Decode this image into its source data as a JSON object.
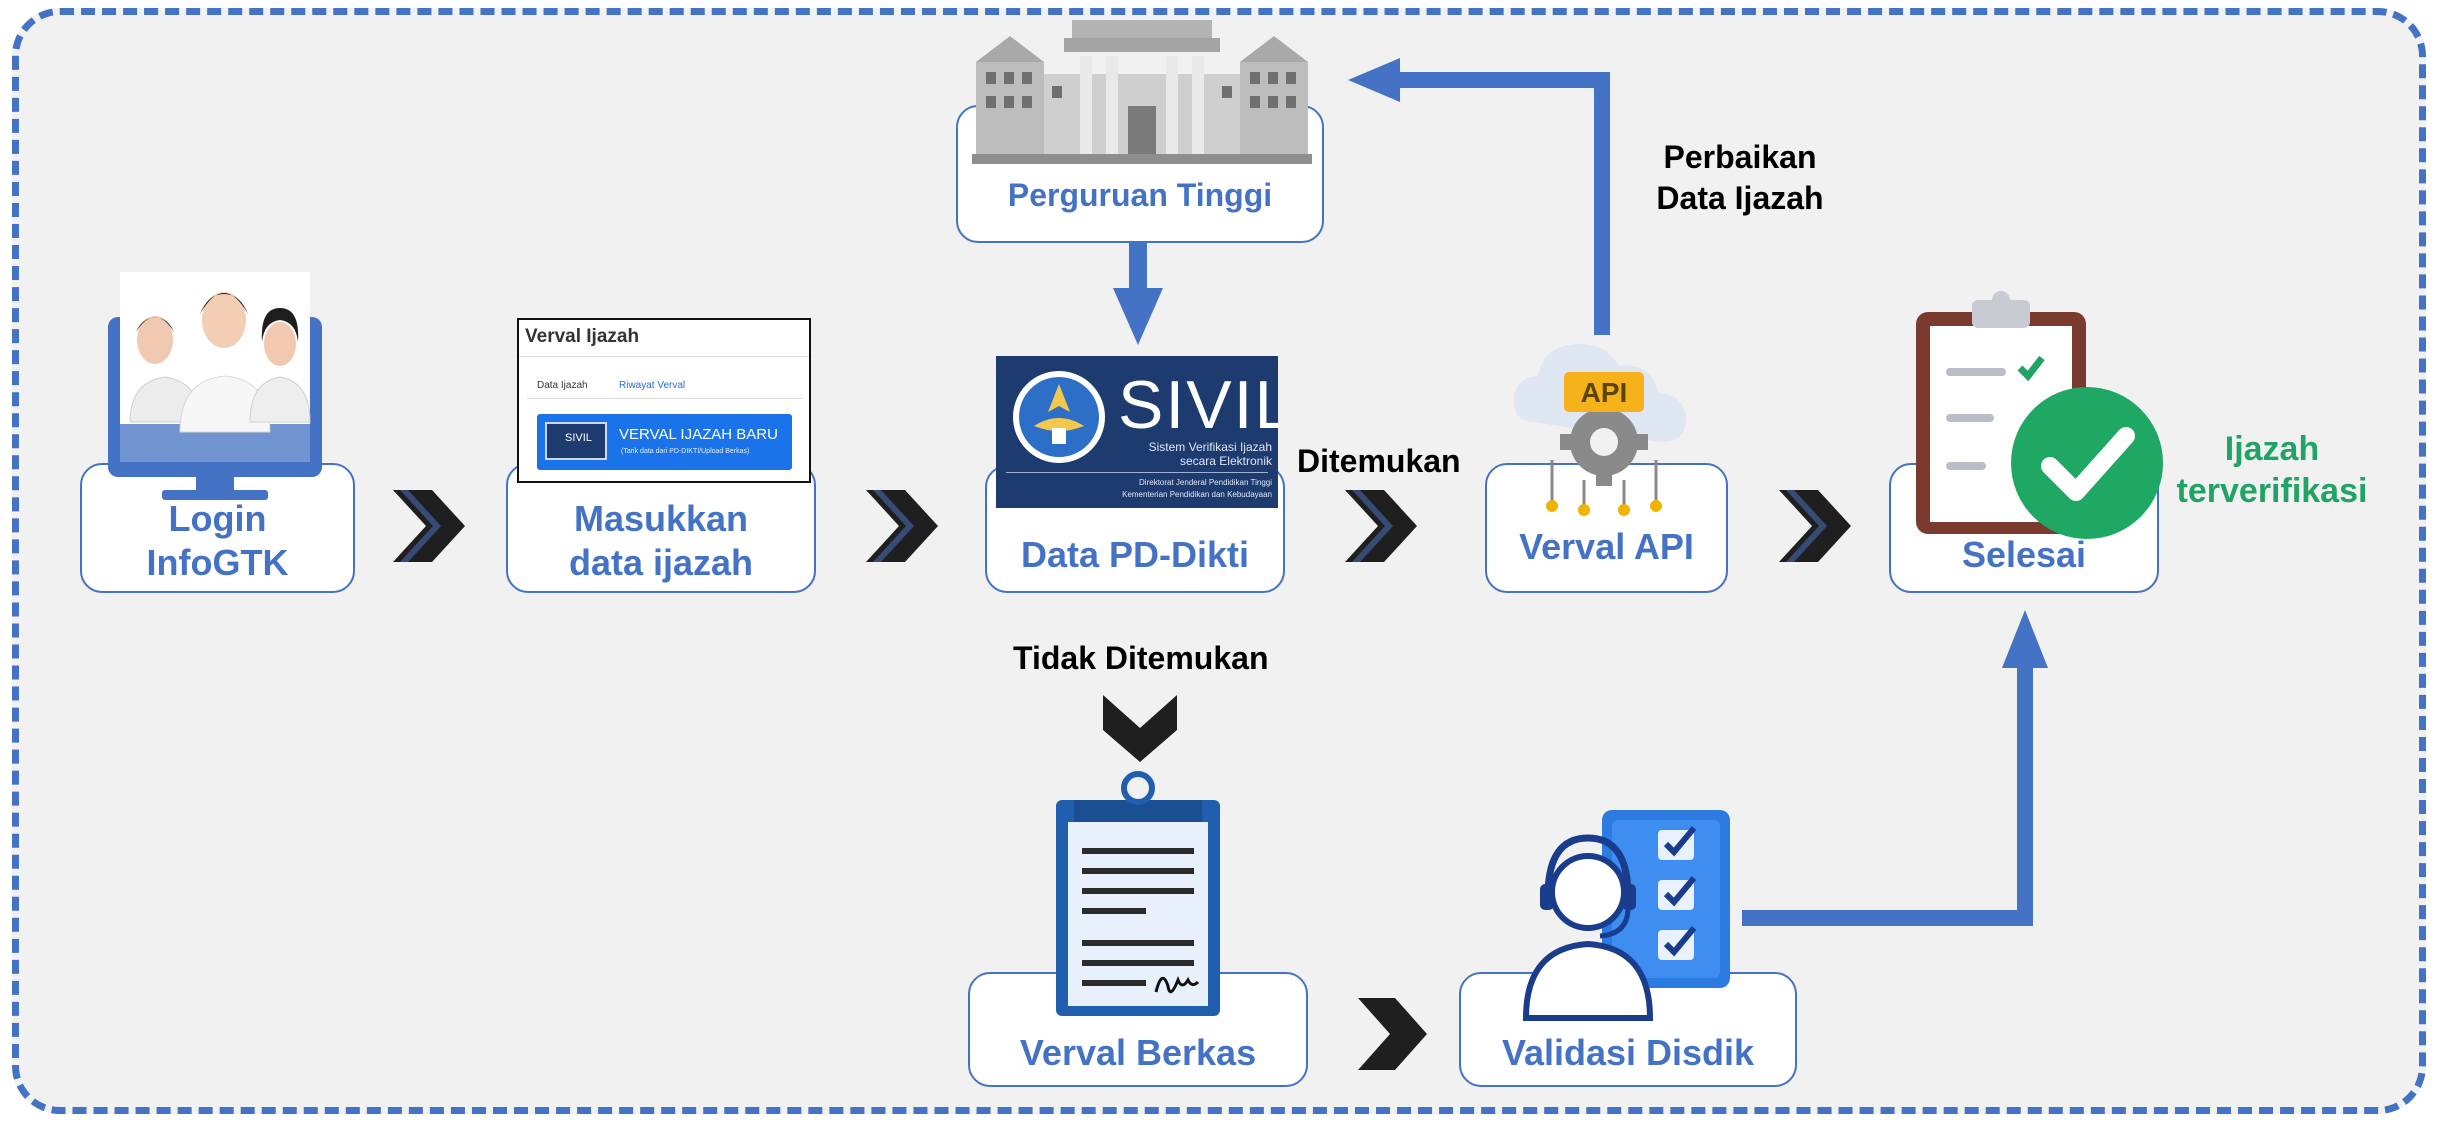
{
  "steps": {
    "login": "Login\nInfoGTK",
    "masukkan": "Masukkan\ndata ijazah",
    "pddikti": "Data PD-Dikti",
    "verval_api": "Verval API",
    "selesai": "Selesai",
    "perguruan": "Perguruan Tinggi",
    "verval_berkas": "Verval Berkas",
    "validasi": "Validasi Disdik"
  },
  "labels": {
    "ditemukan": "Ditemukan",
    "tidak_ditemukan": "Tidak Ditemukan",
    "perbaikan": "Perbaikan\nData Ijazah",
    "terverifikasi": "Ijazah\nterverifikasi"
  },
  "verval_screenshot": {
    "title": "Verval Ijazah",
    "tab_active": "Data Ijazah",
    "tab_other": "Riwayat Verval",
    "button_title": "VERVAL IJAZAH BARU",
    "button_sub": "(Tarik data dari PD-DIKTI/Upload Berkas)",
    "button_logo": "SIVIL"
  },
  "sivil_logo": {
    "name": "SIVIL",
    "sub1": "Sistem Verifikasi Ijazah",
    "sub2": "secara Elektronik",
    "org1": "Direktorat Jenderal Pendidikan Tinggi",
    "org2": "Kementerian Pendidikan dan Kebudayaan"
  },
  "api_badge": "API",
  "colors": {
    "accent": "#4472c4",
    "success": "#21a366",
    "chevron": "#1f1f1f",
    "frame_bg": "#f1f1f1"
  },
  "icons": [
    "users-computer-icon",
    "university-building-icon",
    "api-cloud-gear-icon",
    "checklist-clipboard-icon",
    "check-circle-icon",
    "document-clipboard-icon",
    "support-agent-checklist-icon",
    "chevron-right-icon",
    "chevron-down-icon"
  ]
}
